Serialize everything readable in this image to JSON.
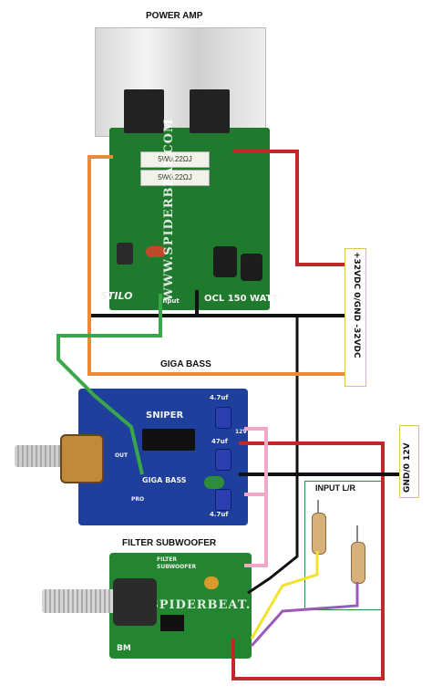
{
  "labels": {
    "power_amp": "POWER AMP",
    "giga_bass": "GIGA BASS",
    "filter_subwoofer": "FILTER SUBWOOFER",
    "input_lr": "INPUT L/R",
    "power_supply_amp": "+32VDC  0/GND  -32VDC",
    "power_supply_12v": "GND/0 12V"
  },
  "power_amp_board": {
    "brand": "STILO",
    "model": "OCL 150 WATT",
    "input_label": "input",
    "resistor_1": "5W0.22ΩJ",
    "resistor_2": "5W0.22ΩJ",
    "watermark": "WWW.SPIDERBEAT.COM"
  },
  "giga_bass_board": {
    "brand": "SNIPER",
    "name": "GIGA BASS",
    "cap_top": "4.7uf",
    "cap_mid": "47uf",
    "cap_bottom": "4.7uf",
    "pin_12v": "12V",
    "pin_out": "OUT",
    "pin_pro": "PRO"
  },
  "filter_board": {
    "title_1": "FILTER",
    "title_2": "SUBWOOFER",
    "tag": "BM",
    "watermark": "WWW.SPIDERBEAT.COM"
  },
  "wire_colors": {
    "positive": "#c0282a",
    "ground": "#111111",
    "negative": "#e88a3c",
    "signal_green": "#3aa64a",
    "signal_pink": "#f0a7c8",
    "yellow": "#f3e22a",
    "purple": "#9a5bb8",
    "pcb_amp": "#1f7a2e",
    "pcb_bass": "#1f3f9c",
    "pcb_filter": "#23852f"
  }
}
